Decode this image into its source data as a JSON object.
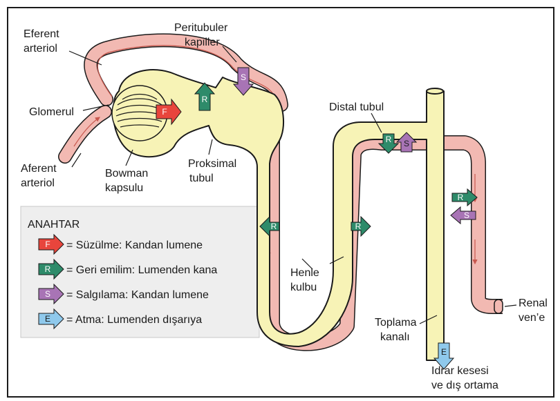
{
  "labels": {
    "eferent_1": "Eferent",
    "eferent_2": "arteriol",
    "peritubuler_1": "Peritubuler",
    "peritubuler_2": "kapiller",
    "glomerul": "Glomerul",
    "aferent_1": "Aferent",
    "aferent_2": "arteriol",
    "bowman_1": "Bowman",
    "bowman_2": "kapsulu",
    "proksimal_1": "Proksimal",
    "proksimal_2": "tubul",
    "distal": "Distal tubul",
    "henle_1": "Henle",
    "henle_2": "kulbu",
    "toplama_1": "Toplama",
    "toplama_2": "kanalı",
    "idrar_1": "Idrar kesesi",
    "idrar_2": "ve dış ortama",
    "renal_1": "Renal",
    "renal_2": "ven’e"
  },
  "badges": {
    "F": "F",
    "R": "R",
    "S": "S",
    "E": "E"
  },
  "key": {
    "title": "ANAHTAR",
    "items": [
      {
        "letter": "F",
        "text": "= Süzülme: Kandan lumene",
        "color": "#e8453c"
      },
      {
        "letter": "R",
        "text": "= Geri emilim: Lumenden kana",
        "color": "#2e8b6a"
      },
      {
        "letter": "S",
        "text": "= Salgılama: Kandan lumene",
        "color": "#a874b5"
      },
      {
        "letter": "E",
        "text": "= Atma: Lumenden dışarıya",
        "color": "#8fc9ec"
      }
    ]
  },
  "colors": {
    "vessel": "#f2b9b2",
    "vessel_dark": "#c8584e",
    "tubule": "#f7f3b6",
    "tubule_edge": "#1a1a1a",
    "key_bg": "#eeeeee"
  }
}
